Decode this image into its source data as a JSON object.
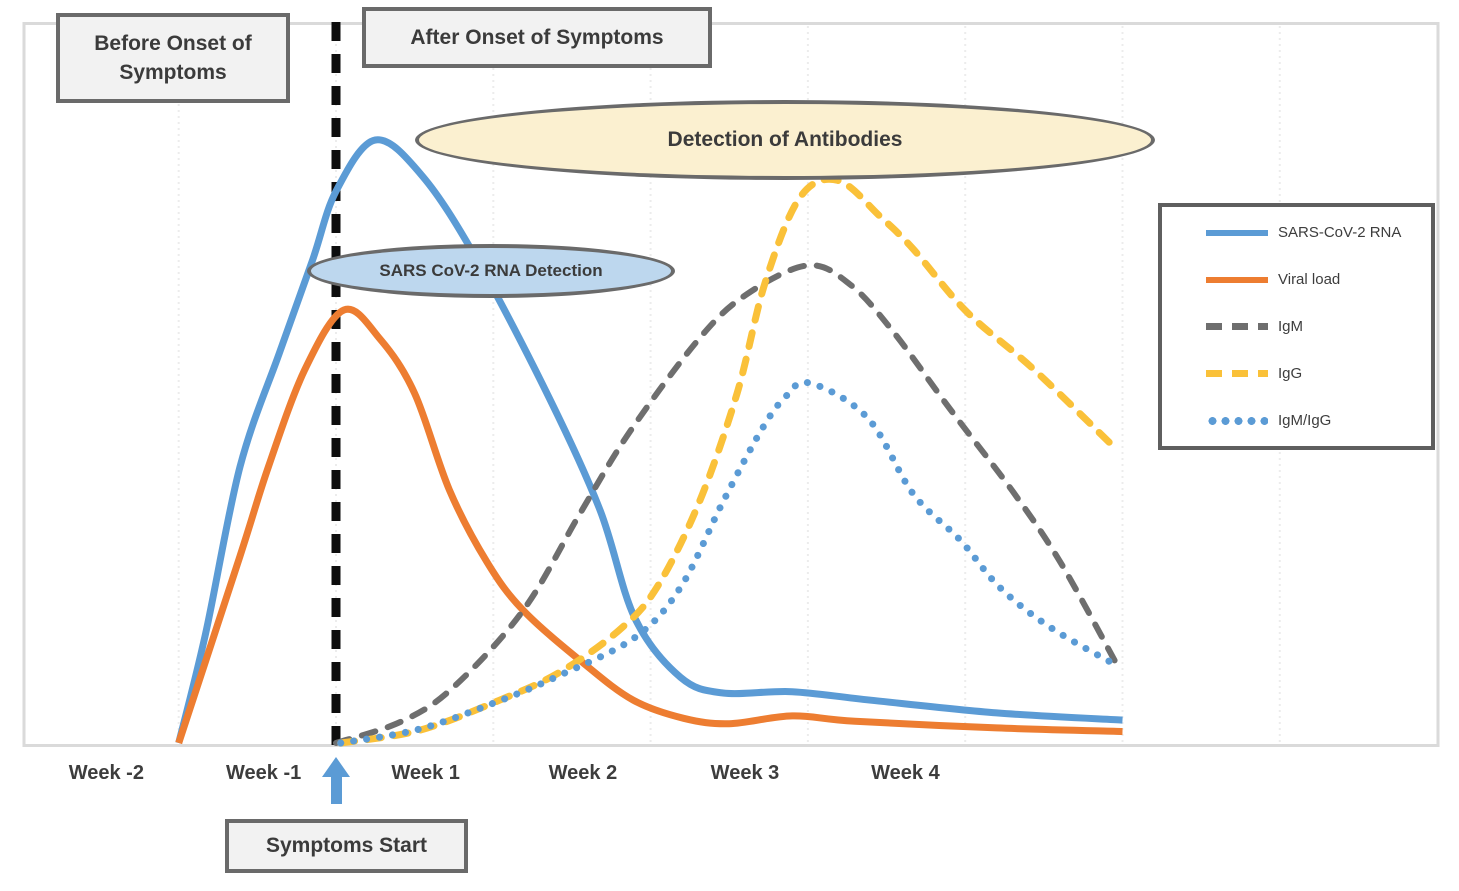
{
  "annotations": {
    "before_box": "Before Onset of Symptoms",
    "after_box": "After Onset of Symptoms",
    "symptoms_box": "Symptoms Start",
    "antibodies_ellipse": "Detection of Antibodies",
    "rna_ellipse": "SARS CoV-2 RNA Detection"
  },
  "legend": {
    "position": "right",
    "items": [
      {
        "label": "SARS-CoV-2 RNA",
        "style": "solid",
        "color": "#5b9bd5"
      },
      {
        "label": "Viral load",
        "style": "solid",
        "color": "#ed7d31"
      },
      {
        "label": "IgM",
        "style": "dashed",
        "color": "#6e6e6e"
      },
      {
        "label": "IgG",
        "style": "dashed",
        "color": "#fac139"
      },
      {
        "label": "IgM/IgG",
        "style": "dotted",
        "color": "#5b9bd5"
      }
    ]
  },
  "colors": {
    "rna_blue": "#5b9bd5",
    "viral_orange": "#ed7d31",
    "igm_gray": "#6e6e6e",
    "igg_gold": "#fac139",
    "onset_line": "#0d0d0d",
    "frame": "#dadada",
    "gridline": "#ececec",
    "annotation_border": "#6a6a6a",
    "box_fill": "#f2f2f2",
    "antibodies_fill": "#fbf0d0",
    "rna_ellipse_fill": "#bdd7ee"
  },
  "chart_data": {
    "type": "line",
    "x_unit": "weeks relative to symptom onset",
    "x_range": [
      -2,
      7.04
    ],
    "y_range": [
      0,
      120
    ],
    "grid": "vertical-only",
    "legend_position": "right",
    "onset_week": 0,
    "gridline_weeks": [
      -1,
      0,
      1,
      2,
      3,
      4,
      5,
      6
    ],
    "x_tick_labels": [
      {
        "text": "Week -2",
        "week": -1.46
      },
      {
        "text": "Week -1",
        "week": -0.46
      },
      {
        "text": "Week 1",
        "week": 0.57
      },
      {
        "text": "Week 2",
        "week": 1.57
      },
      {
        "text": "Week 3",
        "week": 2.6
      },
      {
        "text": "Week 4",
        "week": 3.62
      }
    ],
    "series": [
      {
        "name": "SARS-CoV-2 RNA",
        "style": "solid",
        "color": "#5b9bd5",
        "width": 7,
        "points": [
          [
            -1,
            0
          ],
          [
            -0.83,
            18
          ],
          [
            -0.61,
            45.8
          ],
          [
            -0.36,
            64.7
          ],
          [
            -0.15,
            80
          ],
          [
            0,
            91.5
          ],
          [
            0.25,
            100
          ],
          [
            0.55,
            94
          ],
          [
            0.9,
            80
          ],
          [
            1.36,
            57
          ],
          [
            1.68,
            38.5
          ],
          [
            1.9,
            20.7
          ],
          [
            2.19,
            10.9
          ],
          [
            2.46,
            8.3
          ],
          [
            2.9,
            8.5
          ],
          [
            3.4,
            7.1
          ],
          [
            4.2,
            5.0
          ],
          [
            5.0,
            3.8
          ]
        ]
      },
      {
        "name": "Viral load",
        "style": "solid",
        "color": "#ed7d31",
        "width": 7,
        "points": [
          [
            -1,
            0
          ],
          [
            -0.61,
            31
          ],
          [
            -0.43,
            45.8
          ],
          [
            -0.2,
            61.8
          ],
          [
            0.05,
            71.8
          ],
          [
            0.28,
            67
          ],
          [
            0.5,
            58
          ],
          [
            0.72,
            42
          ],
          [
            0.96,
            30
          ],
          [
            1.19,
            22
          ],
          [
            1.57,
            13.3
          ],
          [
            1.89,
            7.1
          ],
          [
            2.21,
            4.1
          ],
          [
            2.5,
            3.2
          ],
          [
            2.9,
            4.5
          ],
          [
            3.3,
            3.6
          ],
          [
            4.2,
            2.5
          ],
          [
            5.0,
            1.9
          ]
        ]
      },
      {
        "name": "IgM",
        "style": "dashed",
        "color": "#6e6e6e",
        "width": 6,
        "points": [
          [
            0,
            0
          ],
          [
            0.41,
            3.5
          ],
          [
            0.74,
            9.1
          ],
          [
            1.19,
            22
          ],
          [
            1.55,
            38
          ],
          [
            1.87,
            51.7
          ],
          [
            2.31,
            67.1
          ],
          [
            2.61,
            74.4
          ],
          [
            3.0,
            79.2
          ],
          [
            3.27,
            76
          ],
          [
            3.54,
            68.3
          ],
          [
            3.9,
            55.5
          ],
          [
            4.3,
            41.8
          ],
          [
            4.6,
            30.2
          ],
          [
            4.95,
            13.7
          ]
        ]
      },
      {
        "name": "IgG",
        "style": "dashed",
        "color": "#fac139",
        "width": 7,
        "points": [
          [
            0.03,
            0
          ],
          [
            0.53,
            2.1
          ],
          [
            1.04,
            7.1
          ],
          [
            1.42,
            11.7
          ],
          [
            1.8,
            18.7
          ],
          [
            2.04,
            25.8
          ],
          [
            2.31,
            40
          ],
          [
            2.55,
            58
          ],
          [
            2.73,
            76.5
          ],
          [
            2.95,
            90.5
          ],
          [
            3.19,
            93.3
          ],
          [
            3.46,
            87.3
          ],
          [
            3.67,
            81.9
          ],
          [
            4.01,
            71.5
          ],
          [
            4.43,
            62.1
          ],
          [
            4.93,
            49.5
          ]
        ]
      },
      {
        "name": "IgM/IgG",
        "style": "dotted",
        "color": "#5b9bd5",
        "width": 7,
        "points": [
          [
            0.03,
            0
          ],
          [
            0.53,
            2.3
          ],
          [
            1.04,
            7.0
          ],
          [
            1.42,
            11.2
          ],
          [
            1.9,
            17.5
          ],
          [
            2.19,
            25.8
          ],
          [
            2.46,
            40
          ],
          [
            2.7,
            51.7
          ],
          [
            2.85,
            57.2
          ],
          [
            3.01,
            59.7
          ],
          [
            3.38,
            53.9
          ],
          [
            3.67,
            41.3
          ],
          [
            3.97,
            33.6
          ],
          [
            4.22,
            25.8
          ],
          [
            4.54,
            19.2
          ],
          [
            4.96,
            12.9
          ]
        ]
      }
    ]
  }
}
